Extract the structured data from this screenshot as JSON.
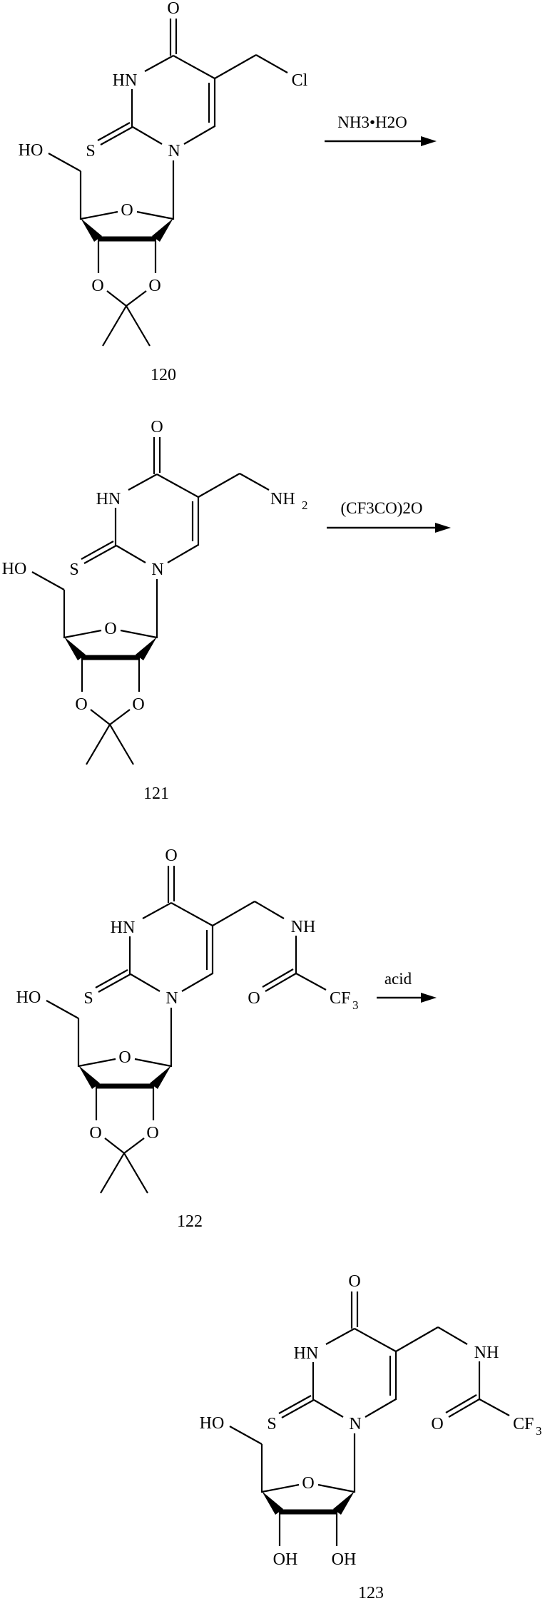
{
  "scheme": {
    "compounds": [
      {
        "id": "120",
        "label": "120",
        "substituent": "Cl",
        "sugar": "isopropylidene",
        "atoms": {
          "carbonyl_o": "O",
          "hn": "HN",
          "s": "S",
          "n1": "N",
          "ho": "HO",
          "ring_o": "O",
          "acetal_o1": "O",
          "acetal_o2": "O"
        },
        "side_chain": {
          "cl": "Cl"
        }
      },
      {
        "id": "121",
        "label": "121",
        "substituent": "NH2",
        "sugar": "isopropylidene",
        "atoms": {
          "carbonyl_o": "O",
          "hn": "HN",
          "s": "S",
          "n1": "N",
          "ho": "HO",
          "ring_o": "O",
          "acetal_o1": "O",
          "acetal_o2": "O"
        },
        "side_chain": {
          "nh": "NH",
          "sub": "2"
        }
      },
      {
        "id": "122",
        "label": "122",
        "substituent": "NHCOCF3",
        "sugar": "isopropylidene",
        "atoms": {
          "carbonyl_o": "O",
          "hn": "HN",
          "s": "S",
          "n1": "N",
          "ho": "HO",
          "ring_o": "O",
          "acetal_o1": "O",
          "acetal_o2": "O"
        },
        "side_chain": {
          "nh": "NH",
          "amide_o": "O",
          "cf": "CF",
          "sub": "3"
        }
      },
      {
        "id": "123",
        "label": "123",
        "substituent": "NHCOCF3",
        "sugar": "free diol",
        "atoms": {
          "carbonyl_o": "O",
          "hn": "HN",
          "s": "S",
          "n1": "N",
          "ho": "HO",
          "ring_o": "O",
          "oh1": "OH",
          "oh2": "OH"
        },
        "side_chain": {
          "nh": "NH",
          "amide_o": "O",
          "cf": "CF",
          "sub": "3"
        }
      }
    ],
    "arrows": [
      {
        "from": "120",
        "to": "121",
        "reagent": "NH3•H2O"
      },
      {
        "from": "121",
        "to": "122",
        "reagent": "(CF3CO)2O"
      },
      {
        "from": "122",
        "to": "123",
        "reagent": "acid"
      }
    ]
  }
}
